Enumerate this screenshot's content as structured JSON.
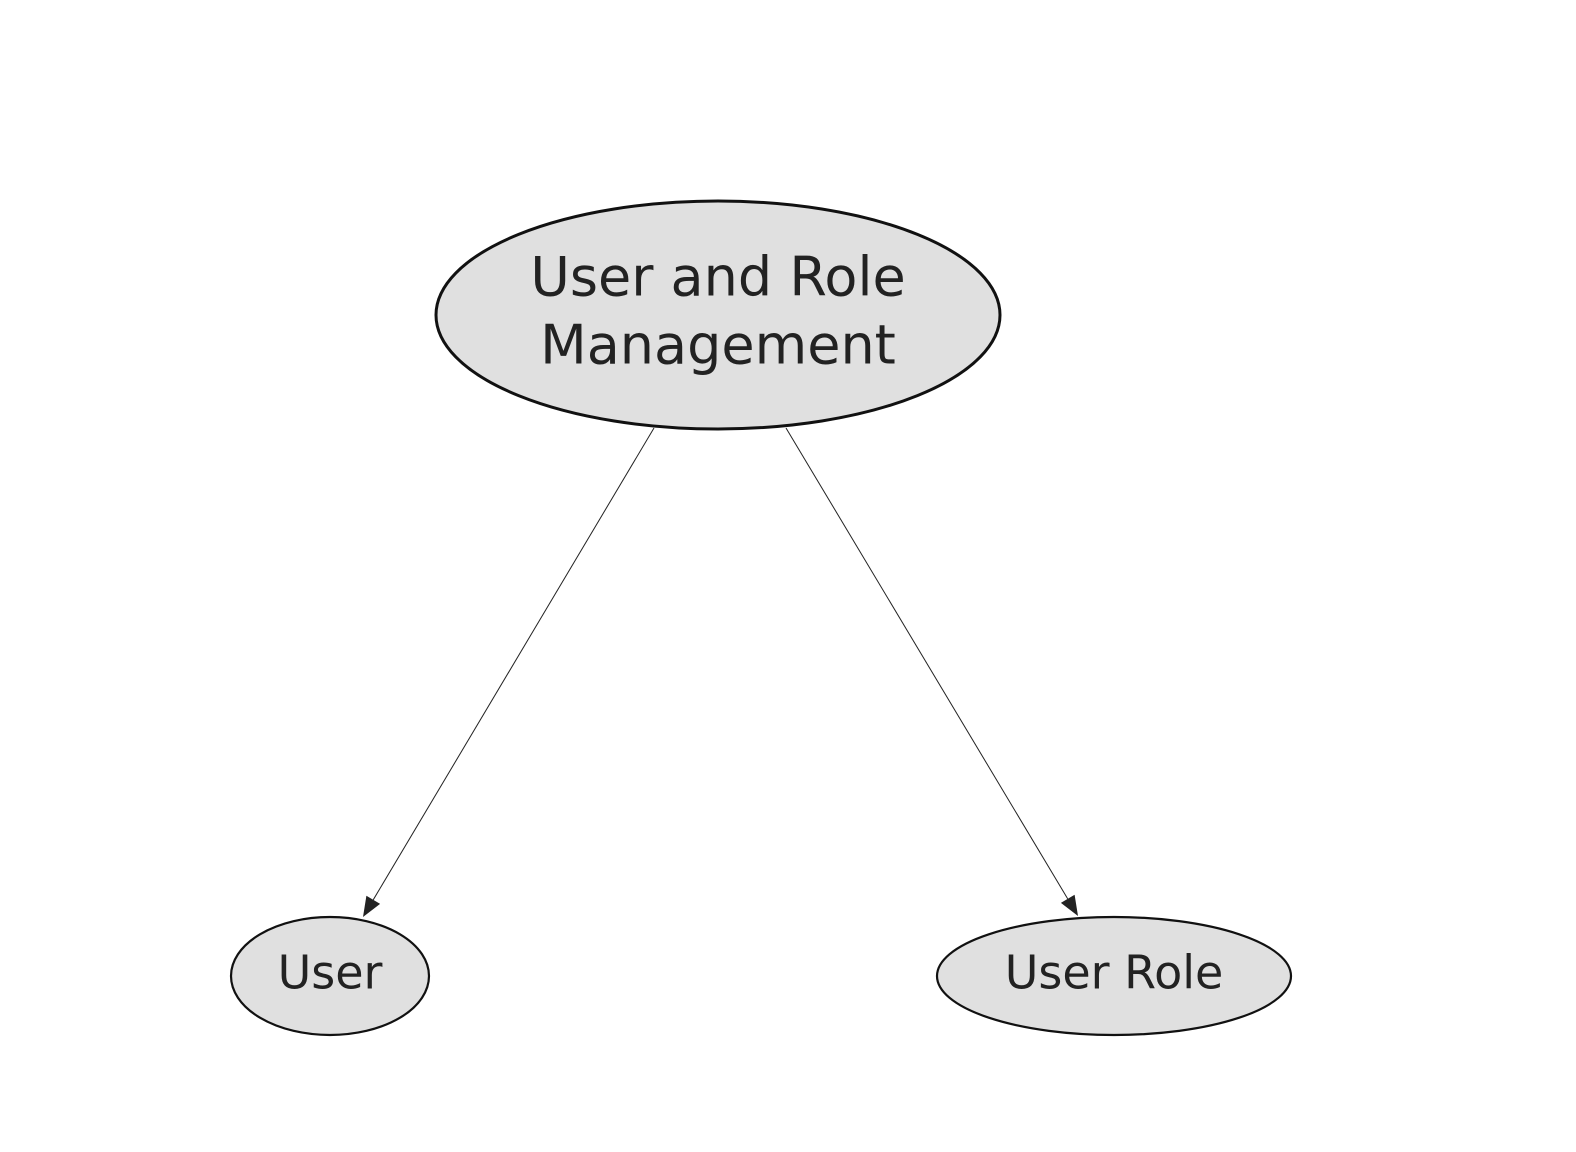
{
  "diagram": {
    "type": "hierarchy",
    "colors": {
      "node_fill": "#e0e0e0",
      "node_stroke": "#111111",
      "edge": "#222222",
      "text": "#222222"
    },
    "nodes": [
      {
        "id": "user-and-role-management",
        "label_lines": [
          "User and Role",
          "Management"
        ]
      },
      {
        "id": "user",
        "label_lines": [
          "User"
        ]
      },
      {
        "id": "user-role",
        "label_lines": [
          "User Role"
        ]
      }
    ],
    "edges": [
      {
        "from": "user-and-role-management",
        "to": "user"
      },
      {
        "from": "user-and-role-management",
        "to": "user-role"
      }
    ]
  }
}
